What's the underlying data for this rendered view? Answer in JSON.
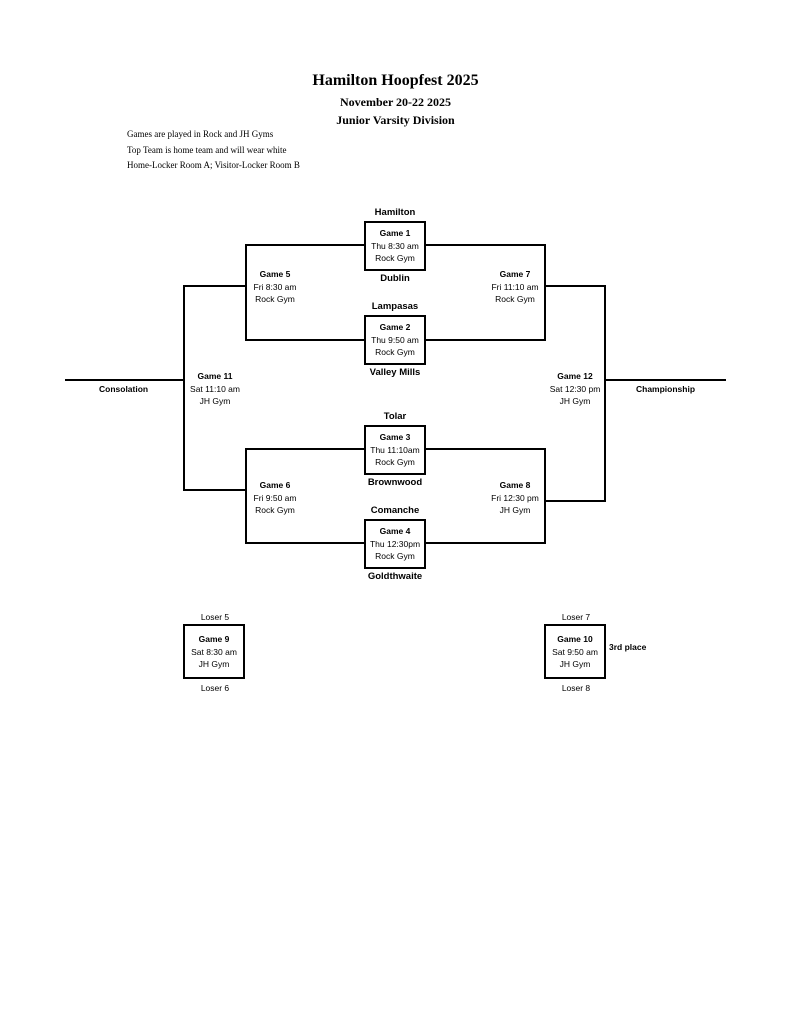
{
  "header": {
    "title": "Hamilton Hoopfest 2025",
    "dates": "November 20-22 2025",
    "division": "Junior Varsity Division"
  },
  "notes": [
    "Games are played in Rock and JH Gyms",
    "Top Team is home team and will wear white",
    "Home-Locker Room A; Visitor-Locker Room B"
  ],
  "games": {
    "g1": {
      "name": "Game 1",
      "time": "Thu 8:30 am",
      "gym": "Rock Gym"
    },
    "g2": {
      "name": "Game 2",
      "time": "Thu 9:50 am",
      "gym": "Rock Gym"
    },
    "g3": {
      "name": "Game 3",
      "time": "Thu 11:10am",
      "gym": "Rock Gym"
    },
    "g4": {
      "name": "Game 4",
      "time": "Thu 12:30pm",
      "gym": "Rock Gym"
    },
    "g5": {
      "name": "Game 5",
      "time": "Fri 8:30 am",
      "gym": "Rock Gym"
    },
    "g6": {
      "name": "Game 6",
      "time": "Fri 9:50 am",
      "gym": "Rock Gym"
    },
    "g7": {
      "name": "Game 7",
      "time": "Fri 11:10 am",
      "gym": "Rock Gym"
    },
    "g8": {
      "name": "Game 8",
      "time": "Fri 12:30 pm",
      "gym": "JH Gym"
    },
    "g9": {
      "name": "Game 9",
      "time": "Sat 8:30 am",
      "gym": "JH Gym"
    },
    "g10": {
      "name": "Game 10",
      "time": "Sat 9:50 am",
      "gym": "JH Gym"
    },
    "g11": {
      "name": "Game 11",
      "time": "Sat 11:10 am",
      "gym": "JH Gym"
    },
    "g12": {
      "name": "Game 12",
      "time": "Sat 12:30 pm",
      "gym": "JH Gym"
    }
  },
  "teams": {
    "hamilton": "Hamilton",
    "dublin": "Dublin",
    "lampasas": "Lampasas",
    "valley_mills": "Valley Mills",
    "tolar": "Tolar",
    "brownwood": "Brownwood",
    "comanche": "Comanche",
    "goldthwaite": "Goldthwaite"
  },
  "labels": {
    "consolation": "Consolation",
    "championship": "Championship",
    "third_place": "3rd place",
    "loser5": "Loser 5",
    "loser6": "Loser 6",
    "loser7": "Loser 7",
    "loser8": "Loser 8"
  }
}
